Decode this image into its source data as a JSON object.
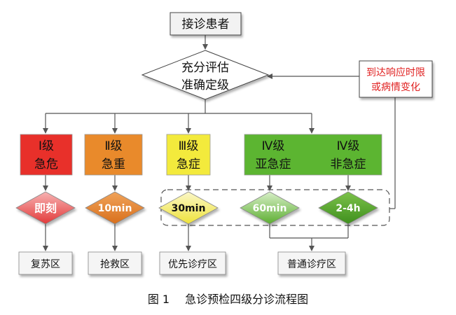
{
  "start": {
    "label": "接诊患者"
  },
  "assess": {
    "line1": "充分评估",
    "line2": "准确定级"
  },
  "trigger": {
    "line1": "到达响应时限",
    "line2": "或病情变化"
  },
  "levels": [
    {
      "level": "Ⅰ级",
      "name": "急危",
      "color": "#e8302a"
    },
    {
      "level": "Ⅱ级",
      "name": "急重",
      "color": "#e98a2b"
    },
    {
      "level": "Ⅲ级",
      "name": "急症",
      "color": "#f3ea3c"
    },
    {
      "level": "Ⅳ级",
      "name": "亚急症",
      "color": "#5cb531"
    },
    {
      "level": "Ⅳ级",
      "name": "非急症",
      "color": "#5cb531"
    }
  ],
  "responses": [
    {
      "label": "即刻",
      "top": "#f7b3b3",
      "bottom": "#e23a3a",
      "text_color": "#ffffff"
    },
    {
      "label": "10min",
      "top": "#f0a35a",
      "bottom": "#d86f1c",
      "text_color": "#ffffff"
    },
    {
      "label": "30min",
      "top": "#fbf7c8",
      "bottom": "#eee23a",
      "text_color": "#111111"
    },
    {
      "label": "60min",
      "top": "#d8efc8",
      "bottom": "#5cae31",
      "text_color": "#ffffff"
    },
    {
      "label": "2-4h",
      "top": "#7cc24a",
      "bottom": "#3f8f1e",
      "text_color": "#ffffff"
    }
  ],
  "areas": [
    "复苏区",
    "抢救区",
    "优先诊疗区",
    "普通诊疗区"
  ],
  "caption": {
    "number": "图 1",
    "title": "急诊预检四级分诊流程图"
  },
  "colors": {
    "line": "#555555",
    "trigger_text": "#e02020",
    "dashed": "#555555"
  }
}
